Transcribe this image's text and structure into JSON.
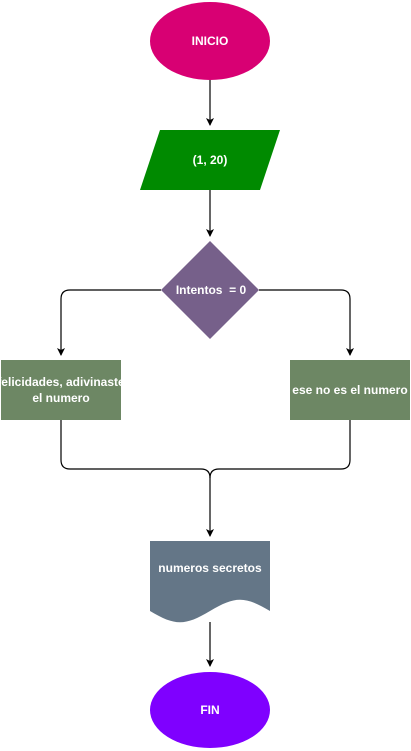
{
  "flowchart": {
    "nodes": {
      "start": {
        "label": "INICIO",
        "shape": "ellipse",
        "color": "#d80073"
      },
      "input": {
        "label": "(1, 20)",
        "shape": "parallelogram",
        "color": "#008a00"
      },
      "decision": {
        "label": "Intentos  = 0",
        "shape": "diamond",
        "color": "#76608a"
      },
      "yes_branch": {
        "line1": "felicidades, adivinaste",
        "line2": "el numero",
        "shape": "rectangle",
        "color": "#6d8764"
      },
      "no_branch": {
        "label": "ese no es el numero",
        "shape": "rectangle",
        "color": "#6d8764"
      },
      "document": {
        "label": "numeros secretos",
        "shape": "document",
        "color": "#647687"
      },
      "end": {
        "label": "FIN",
        "shape": "ellipse",
        "color": "#7f00ff"
      }
    },
    "edges": [
      {
        "from": "start",
        "to": "input"
      },
      {
        "from": "input",
        "to": "decision"
      },
      {
        "from": "decision",
        "to": "yes_branch"
      },
      {
        "from": "decision",
        "to": "no_branch"
      },
      {
        "from": "yes_branch",
        "to": "document"
      },
      {
        "from": "no_branch",
        "to": "document"
      },
      {
        "from": "document",
        "to": "end"
      }
    ]
  }
}
